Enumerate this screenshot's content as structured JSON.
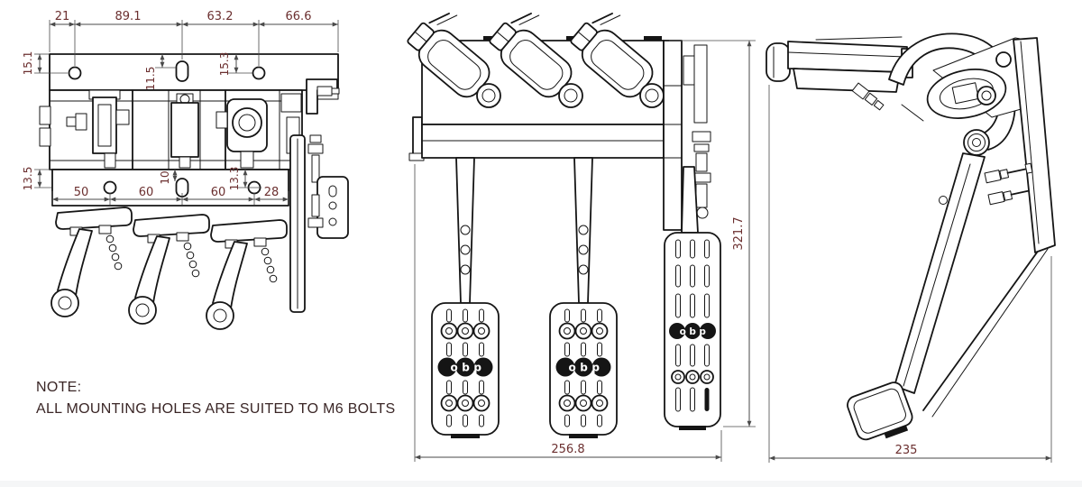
{
  "colors": {
    "background": "#ffffff",
    "line": "#151515",
    "dim_line": "#4a4a4a",
    "dim_text": "#6b2f2f",
    "note_text": "#3a2626"
  },
  "brand_logo": "obp",
  "note": {
    "title": "NOTE:",
    "body": "ALL MOUNTING HOLES ARE SUITED TO M6 BOLTS"
  },
  "views": {
    "top_view": {
      "dims": {
        "top_chain": [
          "21",
          "89.1",
          "63.2",
          "66.6"
        ],
        "left_upper": "15.1",
        "slot_upper": "11.5",
        "hole_upper": "15.3",
        "left_lower": "13.5",
        "lower_chain": [
          "50",
          "60",
          "60",
          "28"
        ],
        "slot_lower": "10",
        "hole_lower": "13.3"
      }
    },
    "front_view": {
      "dims": {
        "overall_height": "321.7",
        "overall_width": "256.8"
      }
    },
    "side_view": {
      "dims": {
        "overall_depth": "235"
      }
    }
  }
}
